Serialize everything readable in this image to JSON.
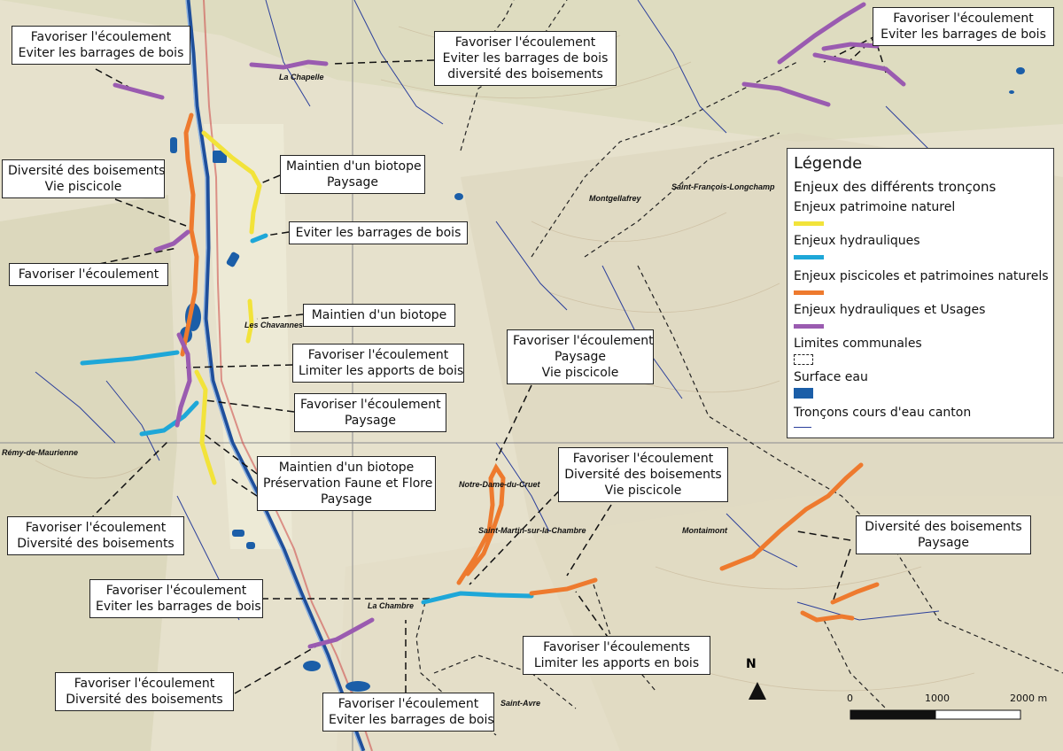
{
  "colors": {
    "patrimoine": "#f2e33a",
    "hydraulique": "#1ea7d8",
    "piscicole": "#ee7a2e",
    "usages": "#9a5bb0",
    "water": "#1b5ea8",
    "river": "#1f4f9b",
    "terrain": "#e9e3d0"
  },
  "labels": {
    "l1": {
      "line1": "Favoriser l'écoulement",
      "line2": "Eviter les barrages de bois"
    },
    "l2": {
      "line1": "Favoriser l'écoulement",
      "line2": "Eviter les barrages de bois",
      "line3": "diversité des boisements"
    },
    "l3": {
      "line1": "Favoriser l'écoulement",
      "line2": "Eviter les barrages de bois"
    },
    "l4": {
      "line1": "Diversité des boisements",
      "line2": "Vie piscicole"
    },
    "l5": {
      "line1": "Maintien d'un biotope",
      "line2": "Paysage"
    },
    "l6": {
      "line1": "Eviter les barrages de bois"
    },
    "l7": {
      "line1": "Favoriser l'écoulement"
    },
    "l8": {
      "line1": "Maintien d'un biotope"
    },
    "l9": {
      "line1": "Favoriser l'écoulement",
      "line2": "Limiter les apports de bois"
    },
    "l10": {
      "line1": "Favoriser l'écoulement",
      "line2": "Paysage",
      "line3": "Vie piscicole"
    },
    "l11": {
      "line1": "Favoriser l'écoulement",
      "line2": "Paysage"
    },
    "l12": {
      "line1": "Maintien d'un biotope",
      "line2": "Préservation Faune et Flore",
      "line3": "Paysage"
    },
    "l13": {
      "line1": "Favoriser l'écoulement",
      "line2": "Diversité des boisements",
      "line3": "Vie piscicole"
    },
    "l14": {
      "line1": "Favoriser l'écoulement",
      "line2": "Diversité des boisements"
    },
    "l15": {
      "line1": "Diversité des boisements",
      "line2": "Paysage"
    },
    "l16": {
      "line1": "Favoriser l'écoulement",
      "line2": "Eviter les barrages de bois"
    },
    "l17": {
      "line1": "Favoriser l'écoulements",
      "line2": "Limiter les apports en bois"
    },
    "l18": {
      "line1": "Favoriser l'écoulement",
      "line2": "Diversité des boisements"
    },
    "l19": {
      "line1": "Favoriser l'écoulement",
      "line2": "Eviter les barrages de bois"
    }
  },
  "places": {
    "la_chapelle": "La Chapelle",
    "montgellafrey": "Montgellafrey",
    "saint_francois": "Saint-François-Longchamp",
    "les_chavannes": "Les Chavannes",
    "remy": "Rémy-de-Maurienne",
    "notre_dame": "Notre-Dame-du-Cruet",
    "saint_martin": "Saint-Martin-sur-la-Chambre",
    "montaimont": "Montaimont",
    "la_chambre": "La Chambre",
    "saint_avre": "Saint-Avre"
  },
  "legend": {
    "title": "Légende",
    "subtitle": "Enjeux des différents tronçons",
    "items": [
      {
        "label": "Enjeux patrimoine naturel",
        "color": "#f2e33a",
        "kind": "line"
      },
      {
        "label": "Enjeux hydrauliques",
        "color": "#1ea7d8",
        "kind": "line"
      },
      {
        "label": "Enjeux piscicoles et patrimoines naturels",
        "color": "#ee7a2e",
        "kind": "line"
      },
      {
        "label": "Enjeux hydrauliques et Usages",
        "color": "#9a5bb0",
        "kind": "line"
      },
      {
        "label": "Limites communales",
        "color": "#222222",
        "kind": "dash"
      },
      {
        "label": "Surface eau",
        "color": "#1b5ea8",
        "kind": "fill"
      },
      {
        "label": "Tronçons cours d'eau canton",
        "color": "#2b3f9b",
        "kind": "thin"
      }
    ]
  },
  "north": {
    "letter": "N"
  },
  "scale": {
    "t0": "0",
    "t1": "1000",
    "t2": "2000 m"
  }
}
